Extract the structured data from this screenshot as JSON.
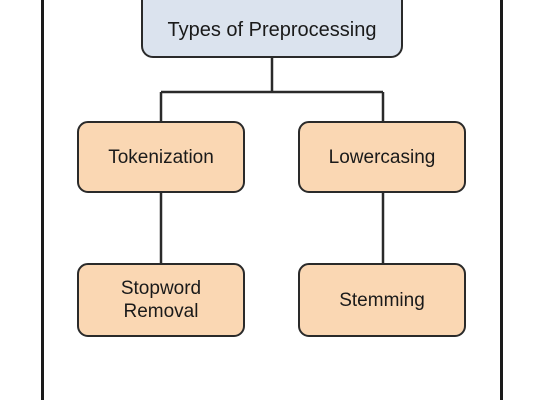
{
  "diagram": {
    "root": {
      "label": "Types of Preprocessing"
    },
    "nodes": {
      "tokenization": {
        "label": "Tokenization"
      },
      "lowercasing": {
        "label": "Lowercasing"
      },
      "stopword_removal": {
        "label": "Stopword\nRemoval"
      },
      "stemming": {
        "label": "Stemming"
      }
    },
    "colors": {
      "root_fill": "#dbe3ee",
      "node_fill": "#fad7b3",
      "stroke": "#2a2a2a"
    }
  }
}
